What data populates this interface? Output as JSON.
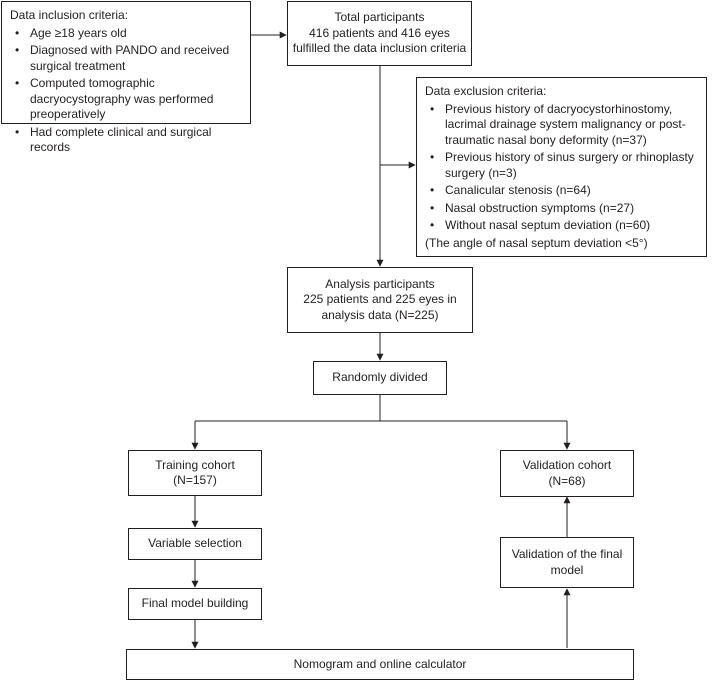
{
  "inclusion": {
    "title": "Data inclusion criteria:",
    "items": [
      "Age ≥18 years old",
      "Diagnosed with PANDO and received surgical treatment",
      "Computed tomographic dacryocystography was performed preoperatively",
      "Had complete clinical and surgical records"
    ]
  },
  "total": {
    "lines": [
      "Total participants",
      "416 patients and 416 eyes",
      "fulfilled the data inclusion criteria"
    ]
  },
  "exclusion": {
    "title": "Data exclusion criteria:",
    "items": [
      "Previous history of dacryocystorhinostomy, lacrimal drainage system malignancy or post-traumatic nasal bony deformity (n=37)",
      "Previous history of sinus surgery or rhinoplasty surgery (n=3)",
      "Canalicular stenosis (n=64)",
      "Nasal obstruction symptoms (n=27)",
      "Without nasal septum deviation (n=60)"
    ],
    "note": "(The angle of nasal septum deviation <5°)"
  },
  "analysis": {
    "lines": [
      "Analysis participants",
      "225 patients and 225 eyes in",
      "analysis data (N=225)"
    ]
  },
  "random": {
    "label": "Randomly divided"
  },
  "training": {
    "lines": [
      "Training cohort",
      "(N=157)"
    ]
  },
  "validation": {
    "lines": [
      "Validation cohort",
      "(N=68)"
    ]
  },
  "variable": {
    "label": "Variable selection"
  },
  "final_model": {
    "label": "Final model building"
  },
  "validation_final": {
    "lines": [
      "Validation of the final",
      "model"
    ]
  },
  "nomogram": {
    "label": "Nomogram and online calculator"
  }
}
